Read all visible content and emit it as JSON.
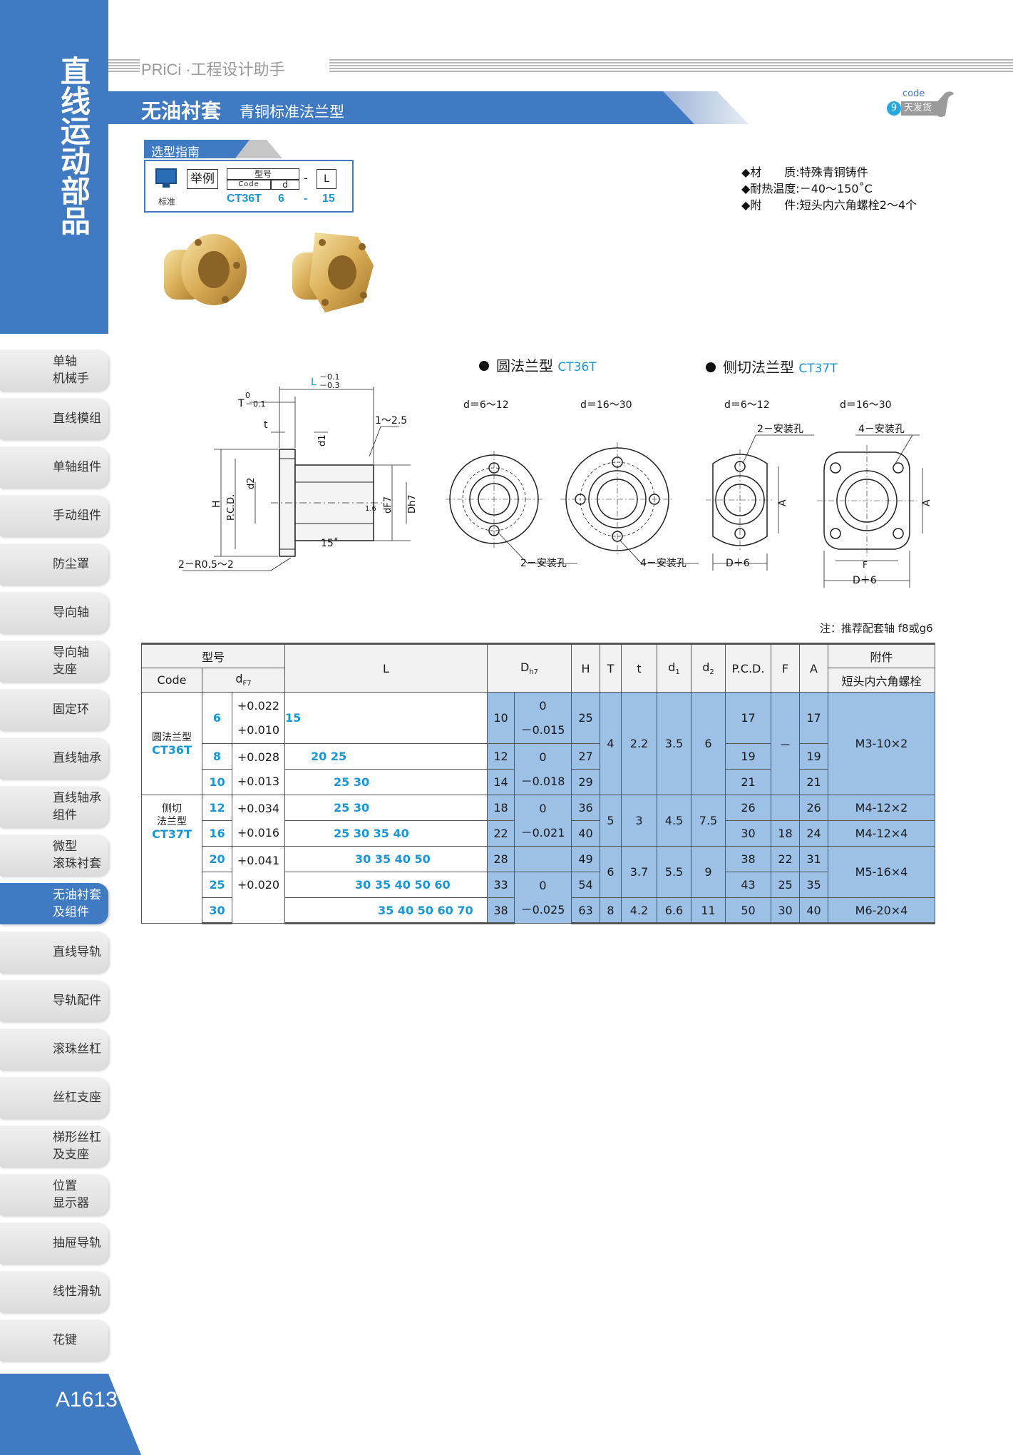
{
  "side": {
    "title": "直线运动部品",
    "items": [
      {
        "label": "单轴\n机械手"
      },
      {
        "label": "直线模组"
      },
      {
        "label": "单轴组件"
      },
      {
        "label": "手动组件"
      },
      {
        "label": "防尘罩"
      },
      {
        "label": "导向轴"
      },
      {
        "label": "导向轴\n支座"
      },
      {
        "label": "固定环"
      },
      {
        "label": "直线轴承"
      },
      {
        "label": "直线轴承\n组件"
      },
      {
        "label": "微型\n滚珠衬套"
      },
      {
        "label": "无油衬套\n及组件"
      },
      {
        "label": "直线导轨"
      },
      {
        "label": "导轨配件"
      },
      {
        "label": "滚珠丝杠"
      },
      {
        "label": "丝杠支座"
      },
      {
        "label": "梯形丝杠\n及支座"
      },
      {
        "label": "位置\n显示器"
      },
      {
        "label": "抽屉导轨"
      },
      {
        "label": "线性滑轨"
      },
      {
        "label": "花键"
      }
    ],
    "active_index": 11,
    "page_number": "A1613"
  },
  "header": {
    "brand": "PRiCi ·工程设计助手",
    "title_main": "无油衬套",
    "title_sub": "青铜标准法兰型",
    "ship": {
      "code": "code",
      "days": "9",
      "text": "天发货"
    }
  },
  "guide": {
    "title": "选型指南",
    "example": "举例",
    "model_head": "型号",
    "code_head": "Code",
    "d_head": "d",
    "dash": "-",
    "l_head": "L",
    "standard": "标准",
    "values": {
      "code": "CT36T",
      "d": "6",
      "dash": "-",
      "l": "15"
    }
  },
  "specs": [
    "◆材　　质:特殊青铜铸件",
    "◆耐热温度:－40～150˚C",
    "◆附　　件:短头内六角螺栓2～4个"
  ],
  "drawing": {
    "round_type": {
      "label": "圆法兰型",
      "code": "CT36T"
    },
    "cut_type": {
      "label": "侧切法兰型",
      "code": "CT37T"
    },
    "side_view": {
      "L": "L",
      "L_tol_top": "－0.1",
      "L_tol_bottom": "－0.3",
      "T": "T",
      "T_tol_top": "0",
      "T_tol_bottom": "－0.1",
      "t": "t",
      "d1": "d1",
      "d2": "d2",
      "H": "H",
      "PCD": "P.C.D.",
      "chamfer": "1～2.5",
      "DF7": "dF7",
      "Dh7": "Dh7",
      "rough": "1.6",
      "angle": "15˚",
      "radius": "2－R0.5～2"
    },
    "d_small": "d＝6～12",
    "d_large": "d＝16～30",
    "holes2": "2－安装孔",
    "holes4": "4－安装孔",
    "A": "A",
    "F": "F",
    "D6": "D＋6"
  },
  "note": "注：推荐配套轴 f8或g6",
  "table": {
    "head": {
      "model": "型号",
      "code": "Code",
      "d_label": "d",
      "d_sub": "F7",
      "L": "L",
      "D_label": "D",
      "D_sub": "h7",
      "H": "H",
      "T": "T",
      "t": "t",
      "d1": "d",
      "d1_sub": "1",
      "d2": "d",
      "d2_sub": "2",
      "PCD": "P.C.D.",
      "F": "F",
      "A": "A",
      "acc": "附件",
      "acc_sub": "短头内六角螺栓"
    },
    "code_round": "圆法兰型",
    "code_round_code": "CT36T",
    "code_cut": "侧切\n法兰型",
    "code_cut_code": "CT37T",
    "rows": [
      {
        "d": "6",
        "L": "15",
        "D": "10",
        "H": "25",
        "PCD": "17",
        "A": "17"
      },
      {
        "d": "8",
        "L": "20  25",
        "D": "12",
        "H": "27",
        "PCD": "19",
        "A": "19"
      },
      {
        "d": "10",
        "L": "25  30",
        "D": "14",
        "H": "29",
        "PCD": "21",
        "A": "21"
      },
      {
        "d": "12",
        "L": "25  30",
        "D": "18",
        "H": "36",
        "PCD": "26",
        "A": "26"
      },
      {
        "d": "16",
        "L": "25  30  35  40",
        "D": "22",
        "H": "40",
        "PCD": "30",
        "F": "18",
        "A": "24"
      },
      {
        "d": "20",
        "L": "30  35  40  50",
        "D": "28",
        "H": "49",
        "PCD": "38",
        "F": "22",
        "A": "31"
      },
      {
        "d": "25",
        "L": "30  35  40  50  60",
        "D": "33",
        "H": "54",
        "PCD": "43",
        "F": "25",
        "A": "35"
      },
      {
        "d": "30",
        "L": "35  40  50  60  70",
        "D": "38",
        "H": "63",
        "PCD": "50",
        "F": "30",
        "A": "40"
      }
    ],
    "dtol": [
      {
        "top": "+0.022",
        "bottom": "+0.010"
      },
      {
        "top": "+0.028",
        "bottom": "+0.013"
      },
      {
        "top": "+0.034",
        "bottom": "+0.016"
      },
      {
        "top": "+0.041",
        "bottom": "+0.020"
      }
    ],
    "Dtol": [
      {
        "top": "0",
        "bottom": "－0.015"
      },
      {
        "top": "0",
        "bottom": "－0.018"
      },
      {
        "top": "0",
        "bottom": "－0.021"
      },
      {
        "top": "0",
        "bottom": "－0.025"
      }
    ],
    "groups": [
      {
        "T": "4",
        "t": "2.2",
        "d1": "3.5",
        "d2": "6",
        "F": "－",
        "acc": "M3-10×2"
      },
      {
        "T": "5",
        "t": "3",
        "d1": "4.5",
        "d2": "7.5",
        "acc_a": "M4-12×2",
        "acc_b": "M4-12×4"
      },
      {
        "T": "6",
        "t": "3.7",
        "d1": "5.5",
        "d2": "9",
        "acc": "M5-16×4"
      },
      {
        "T": "8",
        "t": "4.2",
        "d1": "6.6",
        "d2": "11",
        "acc": "M6-20×4"
      }
    ]
  },
  "colors": {
    "brand_blue": "#3f7ac2",
    "cell_blue": "#9cc0e6",
    "text_cyan": "#1a96d6"
  }
}
